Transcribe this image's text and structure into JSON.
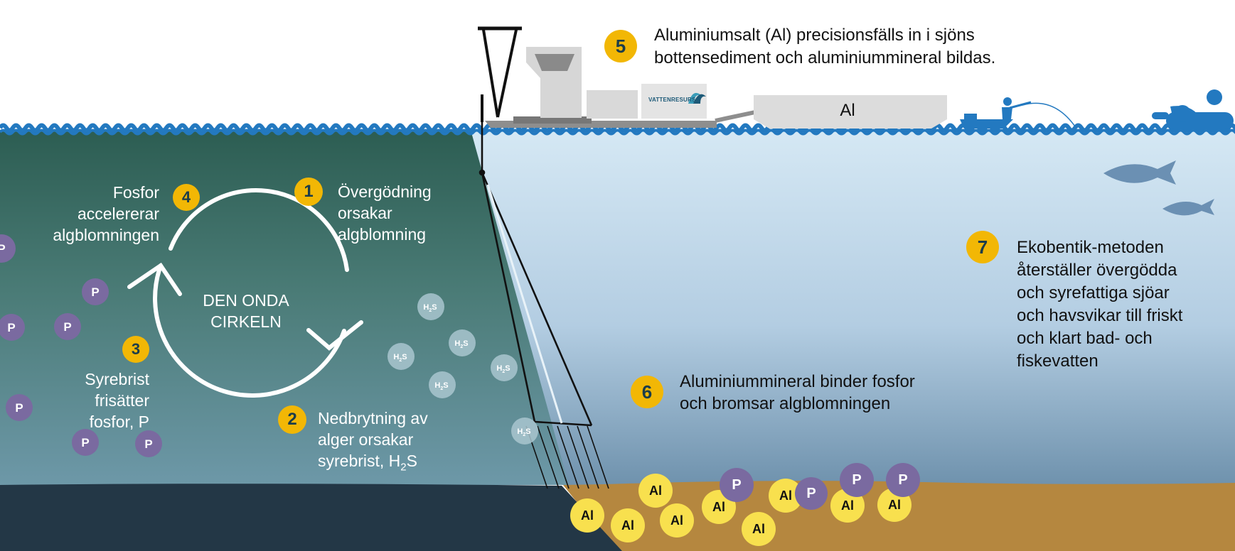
{
  "colors": {
    "badge": "#f2b705",
    "phosphorus": "#7a6aa0",
    "aluminium": "#f8e04e",
    "h2s": "#a9c5cf",
    "water_clean_top": "#d5e8f4",
    "water_clean_bottom": "#6f92ad",
    "water_dirty_top": "#2c5d52",
    "water_dirty_bottom": "#6d98a8",
    "sediment": "#b5873f",
    "sediment_dark": "#233746",
    "wave": "#2379c0"
  },
  "cycle": {
    "center_label": [
      "DEN ONDA",
      "CIRKELN"
    ]
  },
  "steps": [
    {
      "number": "1",
      "lines": [
        "Övergödning",
        "orsakar",
        "algblomning"
      ]
    },
    {
      "number": "2",
      "lines": [
        "Nedbrytning av",
        "alger orsakar",
        "syrebrist, H"
      ],
      "h2s_sub": "2",
      "h2s_tail": "S"
    },
    {
      "number": "3",
      "lines": [
        "Syrebrist",
        "frisätter",
        "fosfor, P"
      ]
    },
    {
      "number": "4",
      "lines": [
        "Fosfor",
        "accelererar",
        "algblomningen"
      ]
    },
    {
      "number": "5",
      "lines": [
        "Aluminiumsalt (Al) precisionsfälls in i sjöns",
        "bottensediment och aluminiummineral bildas."
      ]
    },
    {
      "number": "6",
      "lines": [
        "Aluminiummineral binder fosfor",
        "och bromsar algblomningen"
      ]
    },
    {
      "number": "7",
      "lines": [
        "Ekobentik-metoden",
        "återställer övergödda",
        "och syrefattiga sjöar",
        "och havsvikar till friskt",
        "och klart bad- och",
        "fiskevatten"
      ]
    }
  ],
  "vessel": {
    "tank_label": "Al",
    "brand_label": "VATTENRESURS"
  },
  "particles": {
    "phosphorus_label": "P",
    "aluminium_label": "Al",
    "h2s_label": "H",
    "h2s_sub": "2",
    "h2s_tail": "S"
  },
  "icons": [
    "fish-icon",
    "boat-fisher-icon",
    "swimmer-icon",
    "wave-icon"
  ]
}
